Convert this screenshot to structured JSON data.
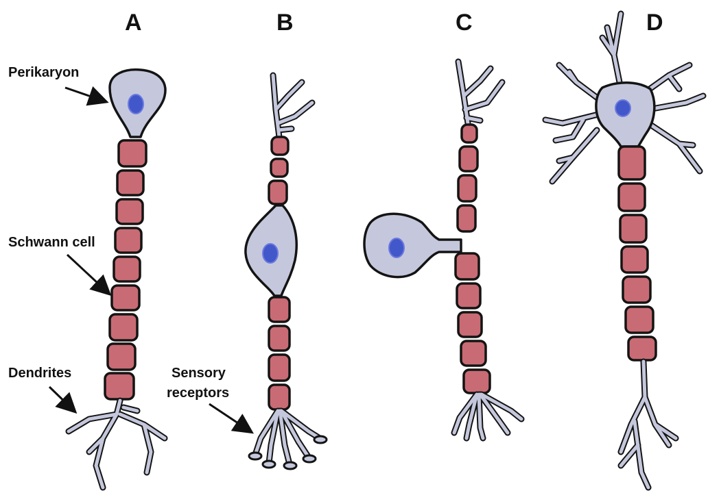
{
  "panels": {
    "a": "A",
    "b": "B",
    "c": "C",
    "d": "D"
  },
  "labels": {
    "perikaryon": "Perikaryon",
    "schwann_cell": "Schwann cell",
    "dendrites": "Dendrites",
    "sensory_line1": "Sensory",
    "sensory_line2": "receptors"
  },
  "colors": {
    "cell_body": "#c5c8dc",
    "nucleus": "#4257c9",
    "schwann_cell": "#c96b74",
    "outline": "#141414"
  }
}
